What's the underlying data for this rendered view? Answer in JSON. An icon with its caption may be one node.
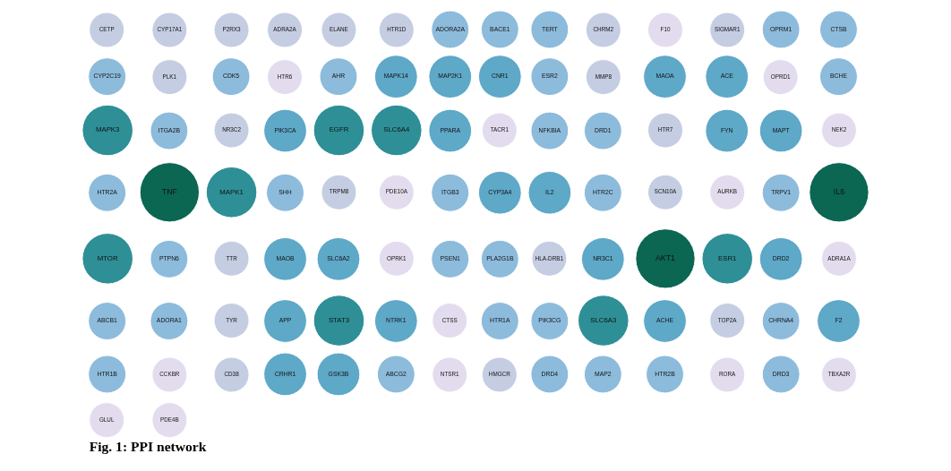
{
  "diagram": {
    "caption": "Fig. 1: PPI network",
    "nodes": [
      {
        "text": [
          "CETP"
        ]
      },
      {
        "text": [
          "CYP17A1"
        ]
      },
      {
        "text": [
          "P2RX3"
        ]
      },
      {
        "text": [
          "ADRA2A"
        ]
      },
      {
        "text": [
          "ELANE"
        ]
      },
      {
        "text": [
          "HTR1D"
        ]
      },
      {
        "text": [
          "ADORA2A"
        ]
      },
      {
        "text": [
          "BACE1"
        ]
      },
      {
        "text": [
          "TERT"
        ]
      },
      {
        "text": [
          "CHRM2"
        ]
      },
      {
        "text": [
          "F10"
        ]
      },
      {
        "text": [
          "SIGMAR1"
        ]
      },
      {
        "text": [
          "OPRM1"
        ]
      },
      {
        "text": [
          "CTSB"
        ]
      },
      {
        "text": [
          "CYP2C19"
        ]
      },
      {
        "text": [
          "PLK1"
        ]
      },
      {
        "text": [
          "CDK5"
        ]
      },
      {
        "text": [
          "HTR6"
        ]
      },
      {
        "text": [
          "AHR"
        ]
      },
      {
        "text": [
          "MAPK14"
        ]
      },
      {
        "text": [
          "MAP2K1"
        ]
      },
      {
        "text": [
          "CNR1"
        ]
      },
      {
        "text": [
          "ESR2"
        ]
      },
      {
        "text": [
          "MMP8"
        ]
      },
      {
        "text": [
          "MAOA"
        ]
      },
      {
        "text": [
          "ACE"
        ]
      },
      {
        "text": [
          "OPRD1"
        ]
      },
      {
        "text": [
          "BCHE"
        ]
      },
      {
        "text": [
          "MAPK3"
        ]
      },
      {
        "text": [
          "ITGA2B"
        ]
      },
      {
        "text": [
          "NR3C2"
        ]
      },
      {
        "text": [
          "PIK3CA"
        ]
      },
      {
        "text": [
          "EGFR"
        ]
      },
      {
        "text": [
          "SLC6A4"
        ]
      },
      {
        "text": [
          "PPARA"
        ]
      },
      {
        "text": [
          "TACR1"
        ]
      },
      {
        "text": [
          "NFKBIA"
        ]
      },
      {
        "text": [
          "DRD1"
        ]
      },
      {
        "text": [
          "HTR7"
        ]
      },
      {
        "text": [
          "FYN"
        ]
      },
      {
        "text": [
          "MAPT"
        ]
      },
      {
        "text": [
          "NEK2"
        ]
      },
      {
        "text": [
          "HTR2A"
        ]
      },
      {
        "text": [
          "TNF"
        ]
      },
      {
        "text": [
          "MAPK1"
        ]
      },
      {
        "text": [
          "SHH"
        ]
      },
      {
        "text": [
          "TRPM8"
        ]
      },
      {
        "text": [
          "PDE10A"
        ]
      },
      {
        "text": [
          "ITGB3"
        ]
      },
      {
        "text": [
          "CYP3A4"
        ]
      },
      {
        "text": [
          "IL2"
        ]
      },
      {
        "text": [
          "HTR2C"
        ]
      },
      {
        "text": [
          "SCN10A"
        ]
      },
      {
        "text": [
          "AURKB"
        ]
      },
      {
        "text": [
          "TRPV1"
        ]
      },
      {
        "text": [
          "IL6"
        ]
      },
      {
        "text": [
          "MTOR"
        ]
      },
      {
        "text": [
          "PTPN6"
        ]
      },
      {
        "text": [
          "TTR"
        ]
      },
      {
        "text": [
          "MAOB"
        ]
      },
      {
        "text": [
          "SLC6A2"
        ]
      },
      {
        "text": [
          "OPRK1"
        ]
      },
      {
        "text": [
          "PSEN1"
        ]
      },
      {
        "text": [
          "PLA2G1B"
        ]
      },
      {
        "text": [
          "HLA-DRB1"
        ]
      },
      {
        "text": [
          "NR3C1"
        ]
      },
      {
        "text": [
          "AKT1"
        ]
      },
      {
        "text": [
          "ESR1"
        ]
      },
      {
        "text": [
          "DRD2"
        ]
      },
      {
        "text": [
          "ADRA1A"
        ]
      },
      {
        "text": [
          "ABCB1"
        ]
      },
      {
        "text": [
          "ADORA1"
        ]
      },
      {
        "text": [
          "TYR"
        ]
      },
      {
        "text": [
          "APP"
        ]
      },
      {
        "text": [
          "STAT3"
        ]
      },
      {
        "text": [
          "NTRK1"
        ]
      },
      {
        "text": [
          "CTSS"
        ]
      },
      {
        "text": [
          "HTR1A"
        ]
      },
      {
        "text": [
          "PIK3CG"
        ]
      },
      {
        "text": [
          "SLC6A3"
        ]
      },
      {
        "text": [
          "ACHE"
        ]
      },
      {
        "text": [
          "TOP2A"
        ]
      },
      {
        "text": [
          "CHRNA4"
        ]
      },
      {
        "text": [
          "F2"
        ]
      },
      {
        "text": [
          "HTR1B"
        ]
      },
      {
        "text": [
          "CCKBR"
        ]
      },
      {
        "text": [
          "CD38"
        ]
      },
      {
        "text": [
          "CRHR1"
        ]
      },
      {
        "text": [
          "GSK3B"
        ]
      },
      {
        "text": [
          "ABCG2"
        ]
      },
      {
        "text": [
          "NTSR1"
        ]
      },
      {
        "text": [
          "HMGCR"
        ]
      },
      {
        "text": [
          "DRD4"
        ]
      },
      {
        "text": [
          "MAP2"
        ]
      },
      {
        "text": [
          "HTR2B"
        ]
      },
      {
        "text": [
          "RORA"
        ]
      },
      {
        "text": [
          "DRD3"
        ]
      },
      {
        "text": [
          "TBXA2R"
        ]
      },
      {
        "text": [
          "GLUL"
        ]
      },
      {
        "text": [
          "PDE4B"
        ]
      }
    ],
    "edges": []
  }
}
